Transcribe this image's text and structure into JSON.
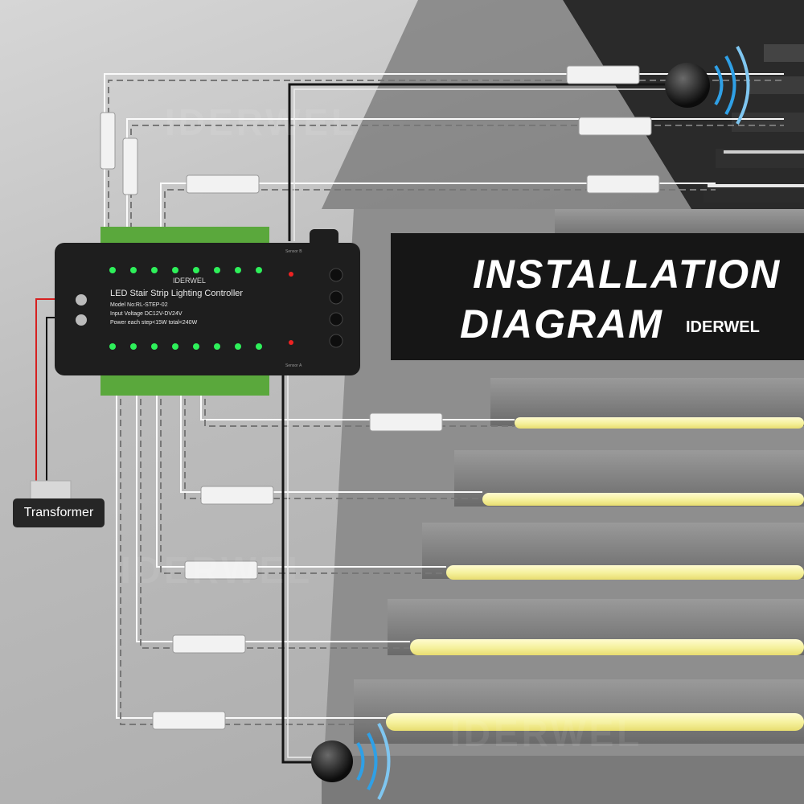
{
  "title": {
    "line1": "INSTALLATION",
    "line2": "DIAGRAM"
  },
  "brand": {
    "name": "IDERWEL"
  },
  "controller": {
    "logo": "IDERWEL",
    "name": "LED Stair Strip Lighting Controller",
    "model": "Model No:RL-STEP-02",
    "voltage": "Input Voltage DC12V-DV24V",
    "power": "Power each step<15W   total<240W",
    "sensor_b": "Sensor B",
    "sensor_a": "Sensor A"
  },
  "transformer": {
    "label": "Transformer"
  },
  "watermark": "IDERWEL",
  "colors": {
    "led_strip": "#f6f2a0",
    "led_indicator": "#2ef05a",
    "terminal": "#5aa83c",
    "controller_body": "#1e1e1e"
  },
  "icons": [
    "sensor-icon",
    "wireless-signal-icon",
    "connector-icon",
    "led-strip-icon",
    "logo-icon"
  ]
}
